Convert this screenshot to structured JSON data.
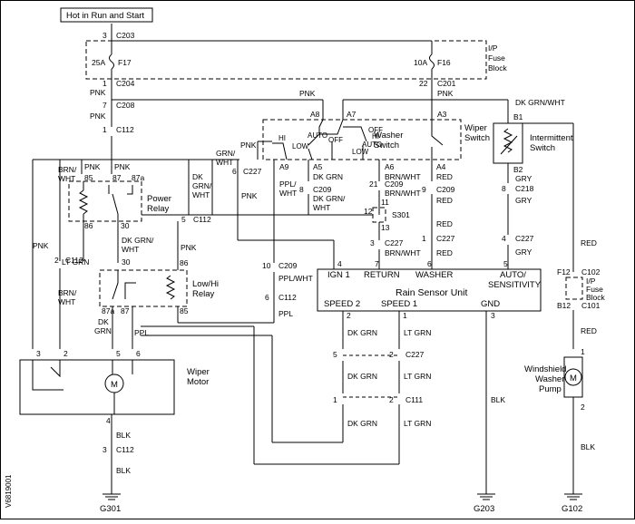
{
  "title": "Hot in Run and Start",
  "fuse_block": {
    "name": "I/P Fuse Block",
    "line1": "I/P",
    "line2": "Fuse",
    "line3": "Block",
    "f17": "F17",
    "f17_rating": "25A",
    "f16": "F16",
    "f16_rating": "10A"
  },
  "connectors": {
    "c203": "C203",
    "c204": "C204",
    "c201": "C201",
    "c208": "C208",
    "c112": "C112",
    "c227": "C227",
    "c209": "C209",
    "c218": "C218",
    "c102": "C102",
    "c101": "C101",
    "c111": "C111",
    "s301": "S301"
  },
  "pins": {
    "p3": "3",
    "p1": "1",
    "p22": "22",
    "p7": "7",
    "p6": "6",
    "p5": "5",
    "p8": "8",
    "p21": "21",
    "p9": "9",
    "p12": "12",
    "p11": "11",
    "p13": "13",
    "p2": "2",
    "p10": "10",
    "p4": "4",
    "p4b": "4",
    "a8": "A8",
    "a7": "A7",
    "a3": "A3",
    "a9": "A9",
    "a5": "A5",
    "a6": "A6",
    "a4": "A4",
    "b1": "B1",
    "b2": "B2",
    "f12": "F12",
    "b12": "B12",
    "r85": "85",
    "r87": "87",
    "r87a": "87a",
    "r86": "86",
    "r30": "30"
  },
  "wire_colors": {
    "pnk": "PNK",
    "brn_wht": [
      "BRN/",
      "WHT"
    ],
    "grn_wht": [
      "GRN/",
      "WHT"
    ],
    "dk_grn_wht_v": [
      "DK",
      "GRN/",
      "WHT"
    ],
    "dk_grn_wht": "DK GRN/WHT",
    "dk_grn_wht_2": [
      "DK GRN/",
      "WHT"
    ],
    "ppl_wht": [
      "PPL/",
      "WHT"
    ],
    "ppl_wht_h": "PPL/WHT",
    "ppl": "PPL",
    "dk_grn": "DK GRN",
    "brn_wht_h": "BRN/WHT",
    "red": "RED",
    "gry": "GRY",
    "lt_grn": "LT GRN",
    "dk_grn_v": [
      "DK",
      "GRN"
    ],
    "blk": "BLK"
  },
  "components": {
    "wiper_switch": [
      "Wiper",
      "Switch"
    ],
    "washer_switch": [
      "Washer",
      "Switch"
    ],
    "intermittent_switch": [
      "Intermittent",
      "Switch"
    ],
    "power_relay": [
      "Power",
      "Relay"
    ],
    "low_hi_relay": [
      "Low/Hi",
      "Relay"
    ],
    "wiper_motor": [
      "Wiper",
      "Motor"
    ],
    "washer_pump": [
      "Windshield",
      "Washer",
      "Pump"
    ],
    "rain_sensor": "Rain Sensor Unit",
    "motor_m": "M",
    "pump_m": "M"
  },
  "switch_positions": {
    "hi": "HI",
    "low": "LOW",
    "auto": "AUTO",
    "off": "OFF"
  },
  "rain_sensor_pins": {
    "ign1": "IGN 1",
    "return": "RETURN",
    "washer": "WASHER",
    "auto": "AUTO/",
    "sensitivity": "SENSITIVITY",
    "speed2": "SPEED 2",
    "speed1": "SPEED 1",
    "gnd": "GND"
  },
  "grounds": {
    "g301": "G301",
    "g203": "G203",
    "g102": "G102"
  },
  "diagram_id": "V6819001"
}
